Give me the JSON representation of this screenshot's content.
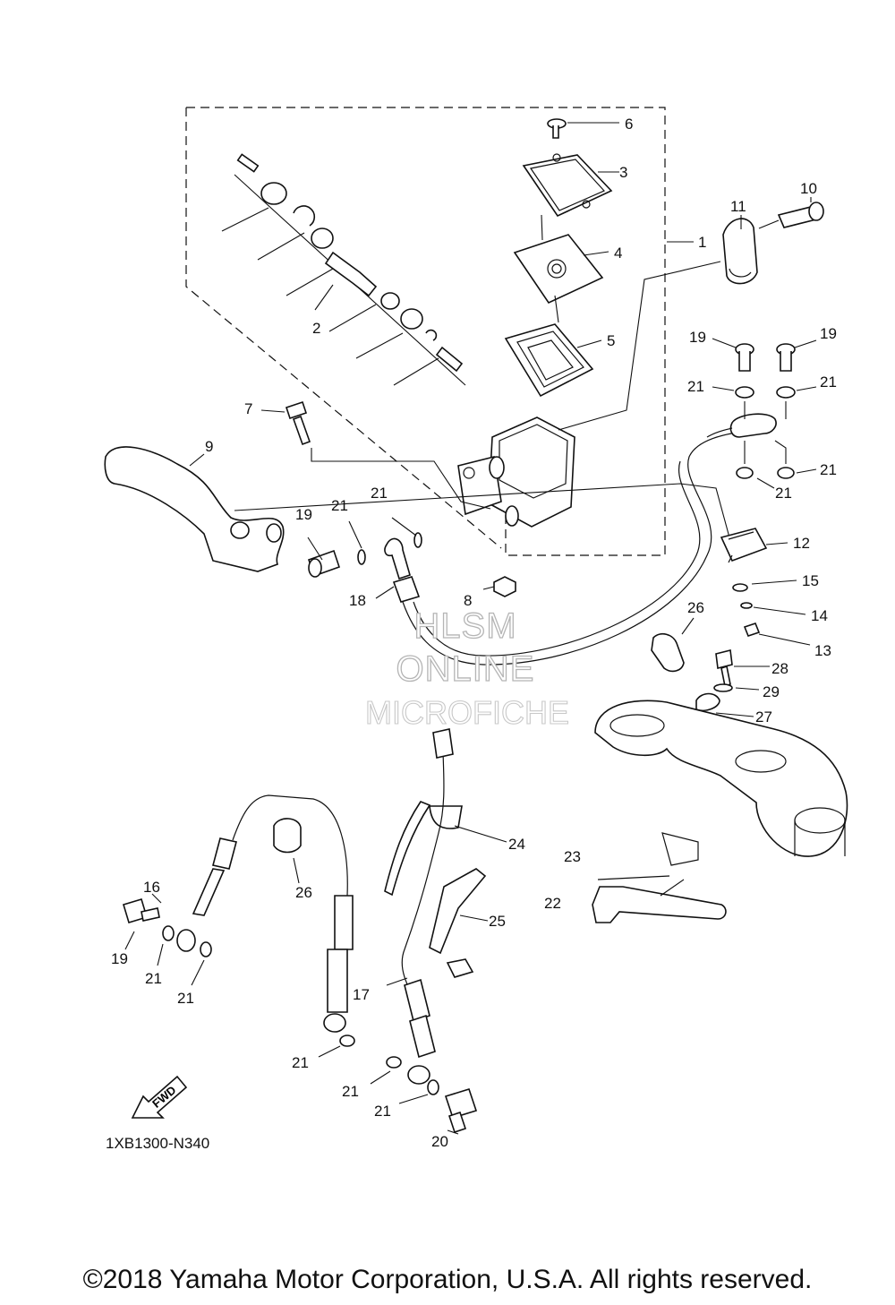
{
  "diagram": {
    "callouts": [
      "1",
      "2",
      "3",
      "4",
      "5",
      "6",
      "7",
      "8",
      "9",
      "10",
      "11",
      "12",
      "13",
      "14",
      "15",
      "16",
      "17",
      "18",
      "19",
      "20",
      "21",
      "22",
      "23",
      "24",
      "25",
      "26",
      "27",
      "28",
      "29"
    ],
    "watermark": {
      "line1": "HLSM",
      "line2": "ONLINE",
      "line3": "MICROFICHE"
    },
    "fwd_label": "FWD",
    "diagram_code": "1XB1300-N340"
  },
  "footer": {
    "copyright": "©2018 Yamaha Motor Corporation, U.S.A. All rights reserved."
  }
}
